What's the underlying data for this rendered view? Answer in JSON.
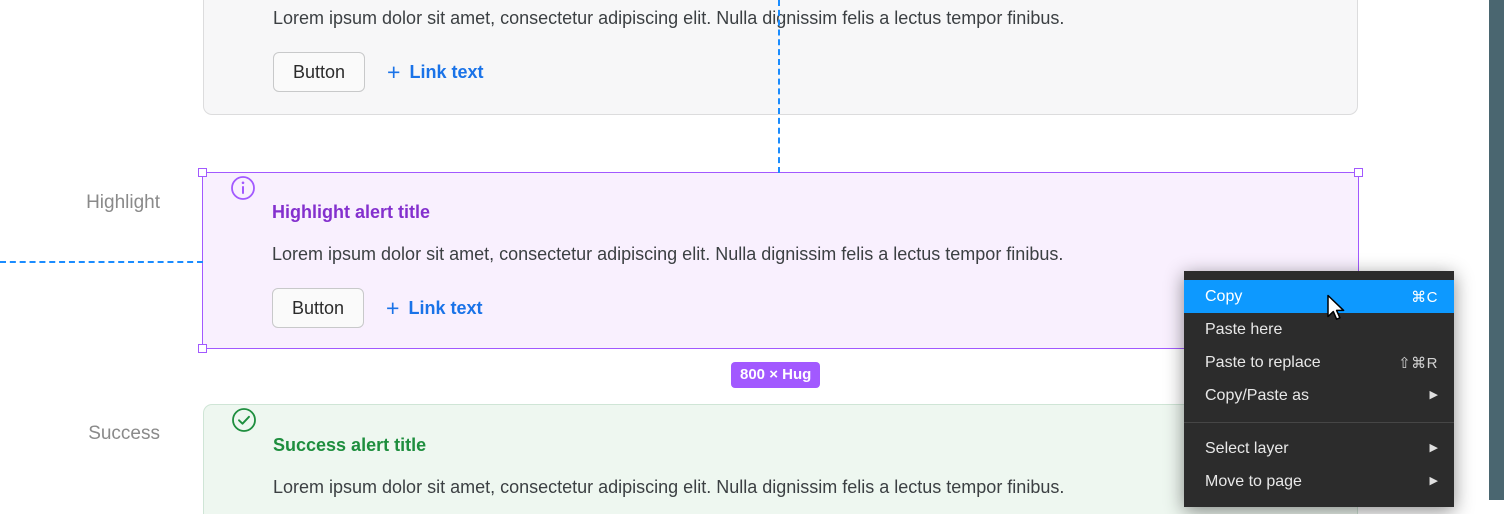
{
  "canvas": {
    "background": "#ffffff",
    "right_panel_color": "#4a6670"
  },
  "labels": {
    "highlight": "Highlight",
    "success": "Success"
  },
  "alerts": [
    {
      "id": "info",
      "variant": "info",
      "title": "",
      "body": "Lorem ipsum dolor sit amet, consectetur adipiscing elit. Nulla dignissim felis a lectus tempor finibus.",
      "button_label": "Button",
      "link_label": "Link text",
      "plus_icon": "plus-icon",
      "background": "#f7f7f8",
      "border_color": "#dcdcdd"
    },
    {
      "id": "highlight",
      "variant": "highlight",
      "title": "Highlight alert title",
      "body": "Lorem ipsum dolor sit amet, consectetur adipiscing elit. Nulla dignissim felis a lectus tempor finibus.",
      "button_label": "Button",
      "link_label": "Link text",
      "icon": "info-circle-icon",
      "plus_icon": "plus-icon",
      "background": "#f9f0fe",
      "title_color": "#8430ce",
      "selected": true
    },
    {
      "id": "success",
      "variant": "success",
      "title": "Success alert title",
      "body": "Lorem ipsum dolor sit amet, consectetur adipiscing elit. Nulla dignissim felis a lectus tempor finibus.",
      "icon": "check-circle-icon",
      "background": "#eef7f0",
      "title_color": "#1e8e3e",
      "border_color": "#cfe5d6"
    }
  ],
  "selection": {
    "size_badge": "800 × Hug",
    "accent_color": "#a259ff",
    "guide_color": "#1a8cff"
  },
  "context_menu": {
    "background": "#2c2c2c",
    "highlight_color": "#0d99ff",
    "items": [
      {
        "label": "Copy",
        "shortcut": "⌘C",
        "submenu": false,
        "active": true
      },
      {
        "label": "Paste here",
        "shortcut": "",
        "submenu": false,
        "active": false
      },
      {
        "label": "Paste to replace",
        "shortcut": "⇧⌘R",
        "submenu": false,
        "active": false
      },
      {
        "label": "Copy/Paste as",
        "shortcut": "",
        "submenu": true,
        "active": false
      },
      {
        "separator": true
      },
      {
        "label": "Select layer",
        "shortcut": "",
        "submenu": true,
        "active": false
      },
      {
        "label": "Move to page",
        "shortcut": "",
        "submenu": true,
        "active": false
      }
    ]
  },
  "cursor": {
    "icon": "arrow-pointer-icon"
  }
}
